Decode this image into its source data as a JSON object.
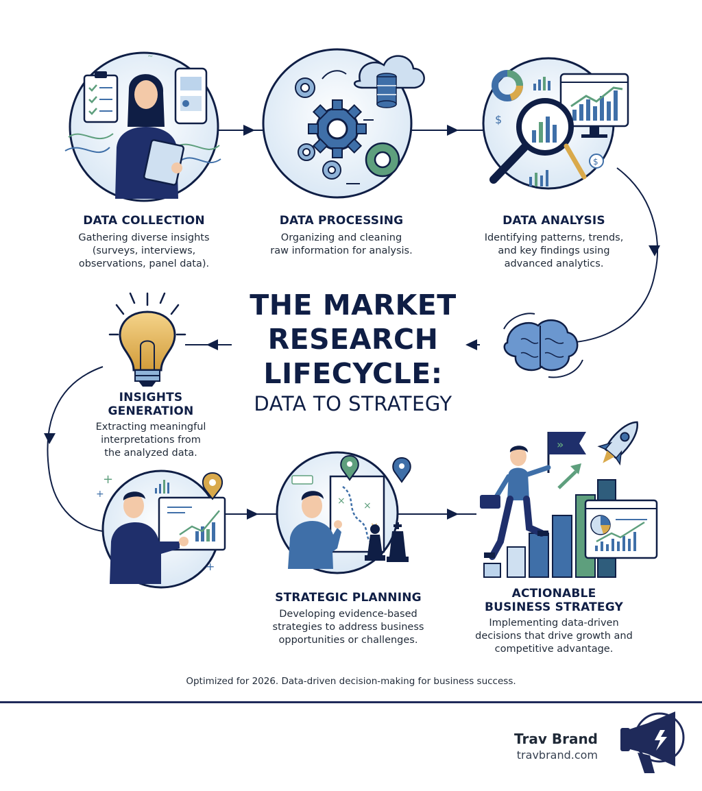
{
  "title": {
    "line1": "THE MARKET",
    "line2": "RESEARCH",
    "line3": "LIFECYCLE:",
    "subtitle": "DATA TO STRATEGY"
  },
  "stages": [
    {
      "heading": "DATA COLLECTION",
      "desc": [
        "Gathering diverse insights",
        "(surveys, interviews,",
        "observations, panel data)."
      ],
      "icon": "researcher-clipboard-icon"
    },
    {
      "heading": "DATA PROCESSING",
      "desc": [
        "Organizing and cleaning",
        "raw information for analysis."
      ],
      "icon": "gears-database-icon"
    },
    {
      "heading": "DATA ANALYSIS",
      "desc": [
        "Identifying patterns, trends,",
        "and key findings using",
        "advanced analytics."
      ],
      "icon": "magnifier-chart-icon"
    },
    {
      "heading": "INSIGHTS GENERATION",
      "heading_lines": [
        "INSIGHTS",
        "GENERATION"
      ],
      "desc": [
        "Extracting meaningful",
        "interpretations from",
        "the analyzed data."
      ],
      "icon": "lightbulb-icon"
    },
    {
      "heading": "STRATEGIC PLANNING",
      "desc": [
        "Developing evidence-based",
        "strategies to address business",
        "opportunities or challenges."
      ],
      "icon": "planner-chess-map-icon"
    },
    {
      "heading": "ACTIONABLE BUSINESS STRATEGY",
      "heading_lines": [
        "ACTIONABLE",
        "BUSINESS STRATEGY"
      ],
      "desc": [
        "Implementing data-driven",
        "decisions that drive growth and",
        "competitive advantage."
      ],
      "icon": "climber-flag-rocket-icon"
    }
  ],
  "footnote": "Optimized for 2026. Data-driven decision-making for business success.",
  "brand": {
    "name": "Trav Brand",
    "url": "travbrand.com",
    "icon": "megaphone-icon"
  },
  "colors": {
    "navy": "#0f1e45",
    "blue": "#3f6fa8",
    "light_blue": "#cfe0f1",
    "green": "#5e9f7d",
    "gold": "#d9a94b"
  }
}
